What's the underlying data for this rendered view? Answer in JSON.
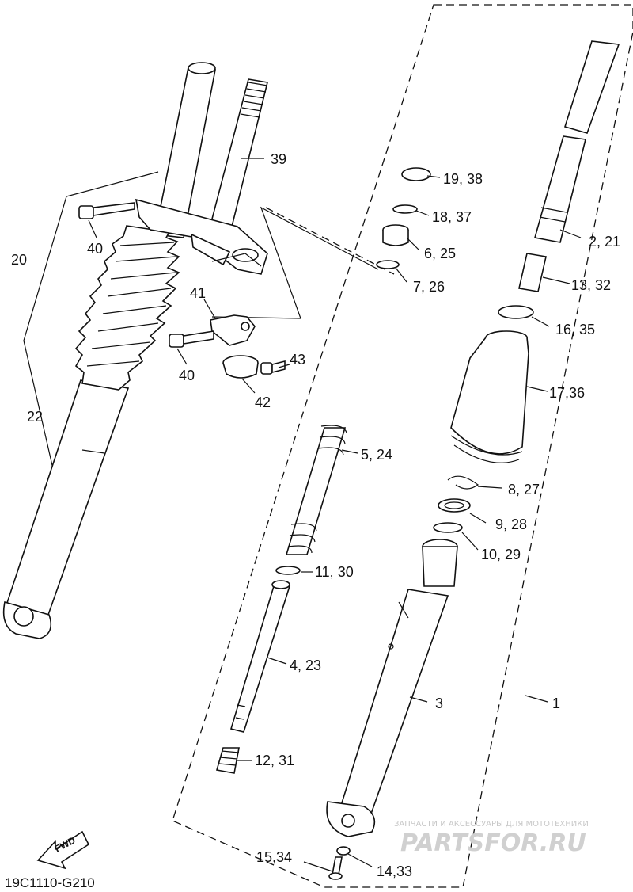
{
  "diagram_code": "19C1110-G210",
  "fwd_label": "FWD",
  "watermark": {
    "tagline": "ЗАПЧАСТИ И АКСЕССУАРЫ ДЛЯ МОТОТЕХНИКИ",
    "brand": "PARTSFOR.RU"
  },
  "callouts": {
    "c1": "1",
    "c2_21": "2, 21",
    "c3": "3",
    "c4_23": "4, 23",
    "c5_24": "5, 24",
    "c6_25": "6, 25",
    "c7_26": "7, 26",
    "c8_27": "8, 27",
    "c9_28": "9, 28",
    "c10_29": "10, 29",
    "c11_30": "11, 30",
    "c12_31": "12, 31",
    "c13_32": "13, 32",
    "c14_33": "14,33",
    "c15_34": "15,34",
    "c16_35": "16, 35",
    "c17_36": "17,36",
    "c18_37": "18, 37",
    "c19_38": "19, 38",
    "c20": "20",
    "c22": "22",
    "c39": "39",
    "c40a": "40",
    "c40b": "40",
    "c41": "41",
    "c42": "42",
    "c43": "43"
  }
}
